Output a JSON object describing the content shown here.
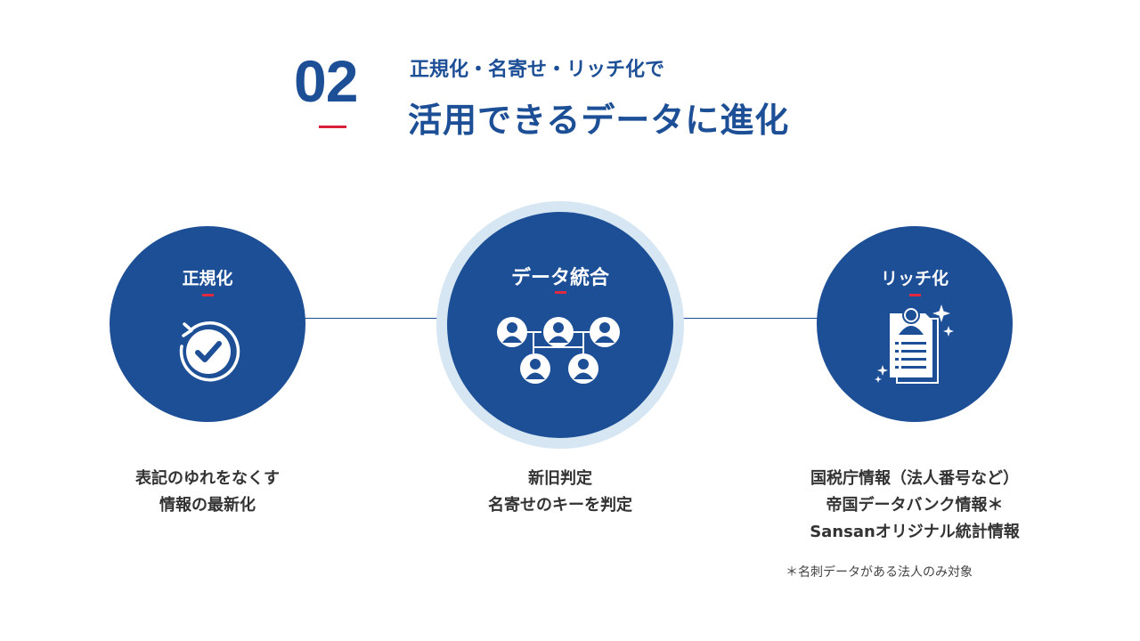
{
  "section": {
    "number": "02",
    "subtitle": "正規化・名寄せ・リッチ化で",
    "headline": "活用できるデータに進化"
  },
  "colors": {
    "primary": "#1d4f96",
    "accent": "#d9213a",
    "halo": "#d6e6f3",
    "text": "#333333"
  },
  "steps": [
    {
      "label": "正規化",
      "icon": "refresh-check-icon",
      "description": [
        "表記のゆれをなくす",
        "情報の最新化"
      ]
    },
    {
      "label": "データ統合",
      "icon": "people-network-icon",
      "description": [
        "新旧判定",
        "名寄せのキーを判定"
      ]
    },
    {
      "label": "リッチ化",
      "icon": "profile-document-sparkle-icon",
      "description": [
        "国税庁情報（法人番号など）",
        "帝国データバンク情報＊",
        "Sansanオリジナル統計情報"
      ]
    }
  ],
  "footnote": "＊名刺データがある法人のみ対象"
}
